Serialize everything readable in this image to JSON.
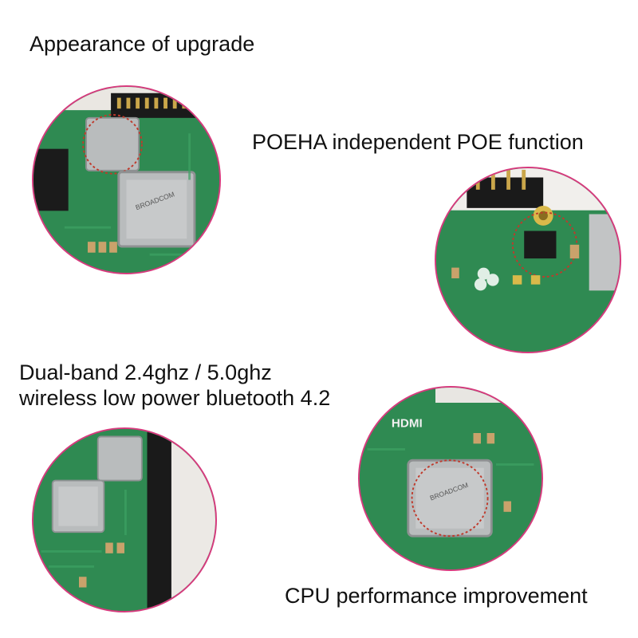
{
  "captions": {
    "appearance": "Appearance of upgrade",
    "poe": "POEHA independent POE function",
    "wireless_line1": "Dual-band 2.4ghz / 5.0ghz",
    "wireless_line2": "wireless low power bluetooth 4.2",
    "cpu": "CPU performance improvement"
  },
  "board_markings": {
    "soc_brand": "BROADCOM",
    "hdmi": "HDMI"
  },
  "colors": {
    "circle_border": "#d63a7d",
    "pcb_green": "#2f8a52",
    "highlight_ring": "#c0392b",
    "chip_metal": "#b9bcbd"
  }
}
